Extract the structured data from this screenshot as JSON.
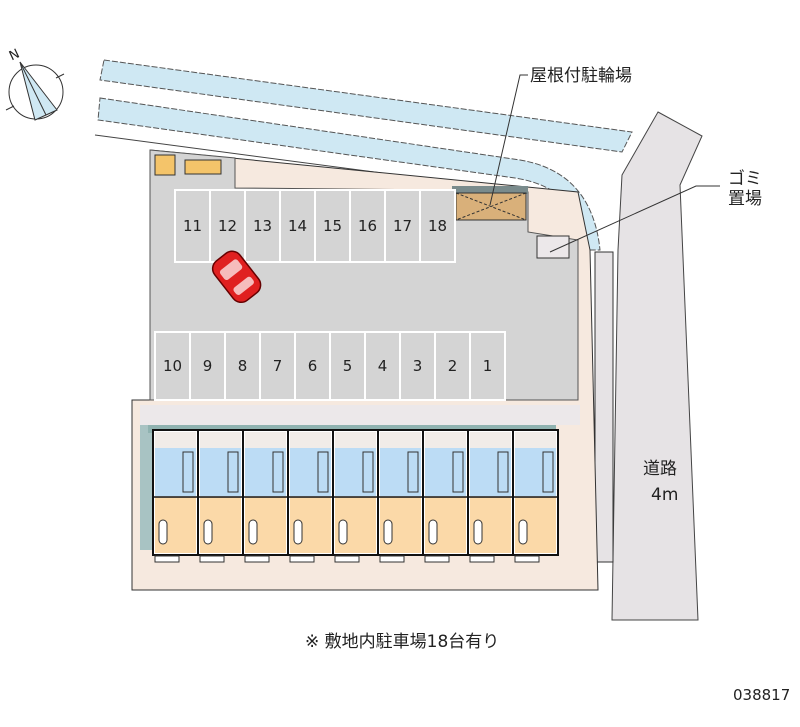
{
  "compass": {
    "north_label": "N"
  },
  "labels": {
    "bike_parking": "屋根付駐輪場",
    "garbage_line1": "ゴミ",
    "garbage_line2": "置場",
    "road_line1": "道路",
    "road_line2": "4m"
  },
  "parking": {
    "top_row": [
      "11",
      "12",
      "13",
      "14",
      "15",
      "16",
      "17",
      "18"
    ],
    "bottom_row": [
      "10",
      "9",
      "8",
      "7",
      "6",
      "5",
      "4",
      "3",
      "2",
      "1"
    ]
  },
  "building": {
    "unit_count": 9
  },
  "footer": {
    "note": "※ 敷地内駐車場18台有り",
    "property_id": "038817"
  },
  "colors": {
    "lot": "#d4d4d4",
    "canal": "#cfe8f3",
    "sand": "#f6e9df",
    "unit_room": "#fbd9a8",
    "unit_wet": "#bcdcf5",
    "bike_shelter": "#d9b07a",
    "car": "#e02020"
  }
}
